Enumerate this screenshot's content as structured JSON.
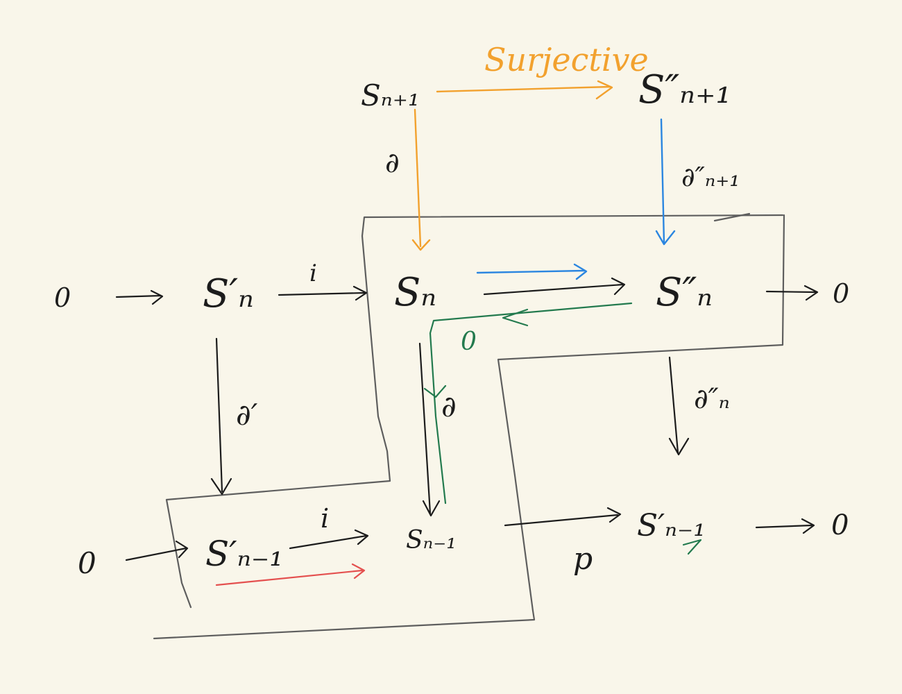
{
  "colors": {
    "background": "#f9f6ea",
    "ink": "#1c1c1c",
    "box": "#5e5e5e",
    "orange": "#f2a12e",
    "blue": "#2b86e0",
    "green": "#237a4e",
    "red": "#e4504f"
  },
  "nodes": {
    "zero_left_mid": "0",
    "s_prime_n": "S′ₙ",
    "s_n": "Sₙ",
    "s_dprime_n": "S″ₙ",
    "zero_right_mid": "0",
    "s_n_plus_1": "Sₙ₊₁",
    "s_dprime_n_plus_1": "S″ₙ₊₁",
    "zero_left_bottom": "0",
    "s_prime_n_minus_1": "S′ₙ₋₁",
    "s_n_minus_1": "Sₙ₋₁",
    "s_prime_n_minus_1_right": "S′ₙ₋₁",
    "zero_right_bottom": "0"
  },
  "labels": {
    "surjective": "Surjective",
    "boundary_top": "∂",
    "boundary_dprime_n_plus_1": "∂″ₙ₊₁",
    "inclusion_top": "i",
    "boundary_prime": "∂′",
    "boundary_mid": "∂",
    "boundary_dprime_n": "∂″ₙ",
    "inclusion_bottom": "i",
    "zero_green": "0",
    "p": "p"
  }
}
